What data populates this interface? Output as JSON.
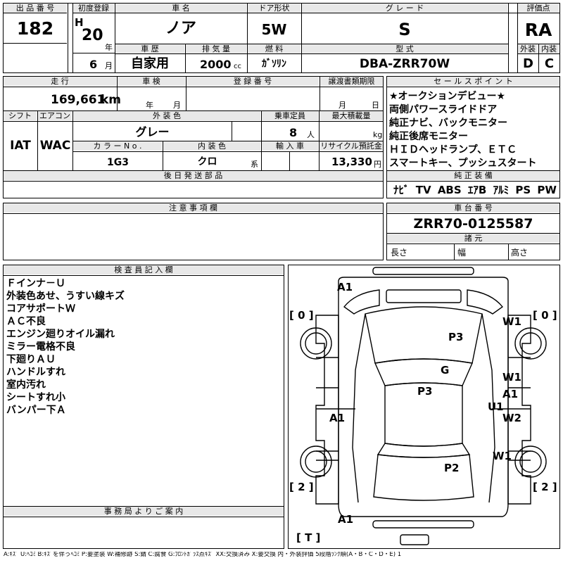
{
  "headers": {
    "lot_number": "出 品 番 号",
    "first_registration": "初度登録",
    "car_name": "車 名",
    "door_type": "ドア形状",
    "grade": "グ レ ー ド",
    "score": "評価点",
    "history": "車 歴",
    "displacement": "排 気 量",
    "fuel": "燃 料",
    "model_code": "型 式",
    "exterior": "外装",
    "interior": "内装",
    "mileage": "走 行",
    "inspection": "車 検",
    "registration_no": "登 録 番 号",
    "transfer_deadline": "譲渡書類期限",
    "sales_points": "セ ー ル ス ポ イ ン ト",
    "shift": "シフト",
    "aircon": "エアコン",
    "exterior_color": "外 装 色",
    "capacity": "乗車定員",
    "max_load": "最大積載量",
    "color_no": "カ ラ ー N o .",
    "interior_color": "内 装 色",
    "import": "輸 入 車",
    "recycle": "リサイクル預託金",
    "later_parts": "後 日 発 送 部 品",
    "standard_equipment": "純 正 装 備",
    "notes": "注 意 事 項 欄",
    "chassis_no": "車 台 番 号",
    "dimensions": "諸 元",
    "inspector_notes": "検 査 員 記 入 欄",
    "office_notice": "事 務 局 よ り ご 案 内"
  },
  "values": {
    "lot_number": "182",
    "era": "H",
    "year": "20",
    "year_unit": "年",
    "month": "6",
    "month_unit": "月",
    "car_name": "ノア",
    "door_type": "5W",
    "grade": "S",
    "score": "RA",
    "history": "自家用",
    "displacement": "2000",
    "displacement_unit": "cc",
    "fuel": "ｶﾞｿﾘﾝ",
    "model_code": "DBA-ZRR70W",
    "exterior_grade": "D",
    "interior_grade": "C",
    "mileage": "169,661",
    "mileage_unit": "km",
    "inspection_year_unit": "年",
    "inspection_month_unit": "月",
    "deadline_month_unit": "月",
    "deadline_day_unit": "日",
    "shift": "IAT",
    "aircon": "WAC",
    "exterior_color": "グレー",
    "capacity": "8",
    "capacity_unit": "人",
    "max_load_unit": "kg",
    "color_no": "1G3",
    "interior_color": "クロ",
    "interior_color_unit": "系",
    "recycle_fee": "13,330",
    "recycle_unit": "円",
    "chassis_no": "ZRR70-0125587",
    "length_label": "長さ",
    "width_label": "幅",
    "height_label": "高さ"
  },
  "sales_points": [
    "★オークションデビュー★",
    "両側パワースライドドア",
    "純正ナビ、バックモニター",
    "純正後席モニター",
    "ＨＩＤヘッドランプ、ＥＴＣ",
    "スマートキー、プッシュスタート"
  ],
  "equipment": [
    "ﾅﾋﾞ",
    "TV",
    "ABS",
    "ｴｱB",
    "ｱﾙﾐ",
    "PS",
    "PW"
  ],
  "inspector_notes": [
    "Ｆインナ－Ｕ",
    "外装色あせ、うすい線キズ",
    "コアサポートＷ",
    "ＡＣ不良",
    "エンジン廻りオイル漏れ",
    "ミラー電格不良",
    "下廻りＡＵ",
    "ハンドルすれ",
    "室内汚れ",
    "シートすれ小",
    "バンパー下Ａ"
  ],
  "diagram": {
    "bracket_tl": "[ 0 ]",
    "bracket_tr": "[ 0 ]",
    "bracket_bl": "[ 2 ]",
    "bracket_br": "[ 2 ]",
    "bracket_t": "[ T ]",
    "marks": {
      "a1_front": "A1",
      "p3_hood": "P3",
      "w1_front_right": "W1",
      "g_windshield": "G",
      "w1_right_door1": "W1",
      "p3_roof": "P3",
      "a1_right_door": "A1",
      "u1_right": "U1",
      "a1_left_door": "A1",
      "w2_right_door2": "W2",
      "w1_rear_right": "W1",
      "p2_rear": "P2",
      "a1_rear": "A1"
    }
  },
  "legend": "A:ｷｽﾞ  U:ﾍｺﾐ  B:ｷｽﾞを伴うﾍｺﾐ  P:要塗装  W:補修跡  S:錆  C:腐食  G:ﾌﾛﾝﾄｶﾞﾗｽ点ｷｽﾞ  XX:交換済み  X:要交換   内・外装評価  5段階ﾗﾝｸ順(A・B・C・D・E) 1",
  "colors": {
    "header_bg": "#e8e8e8",
    "line": "#000000"
  }
}
